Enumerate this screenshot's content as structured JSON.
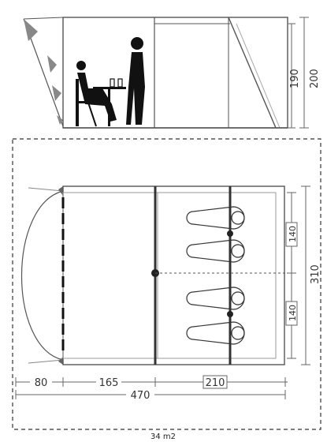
{
  "side_view": {
    "height_inner": "190",
    "height_outer": "200"
  },
  "floor_plan": {
    "width_awning": "80",
    "width_living": "165",
    "width_bedroom": "210",
    "total_length": "470",
    "total_width": "310",
    "bed_width_top": "140",
    "bed_width_bottom": "140",
    "area": "34 m2"
  }
}
